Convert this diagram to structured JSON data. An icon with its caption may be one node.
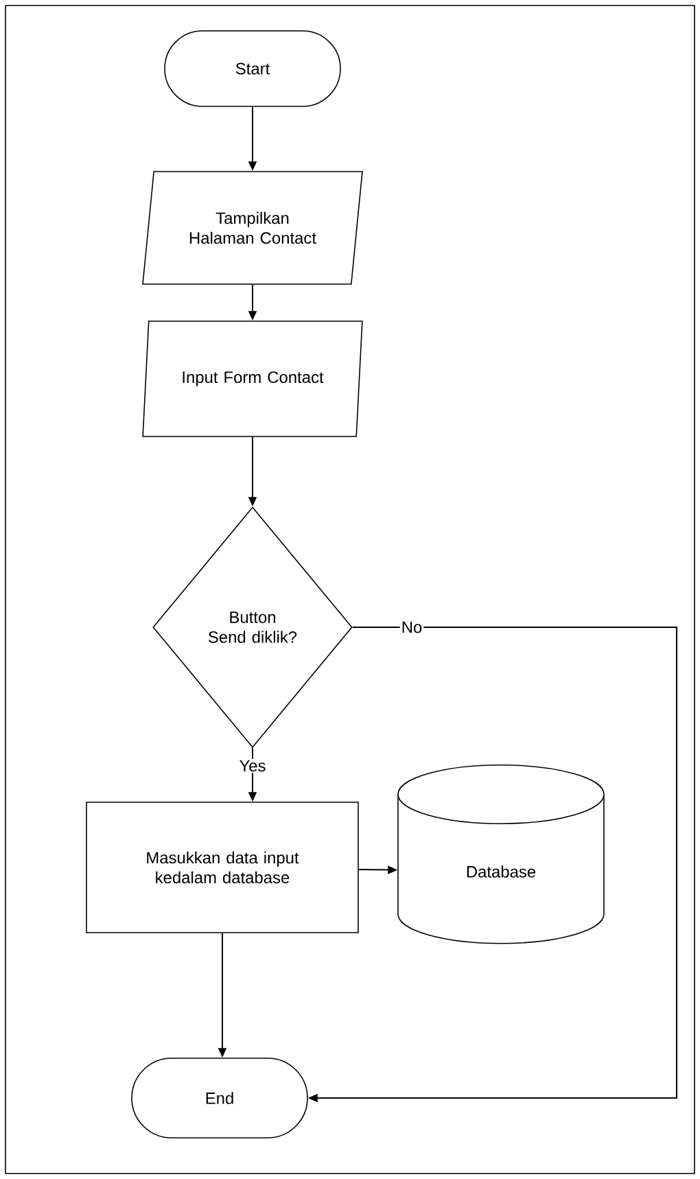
{
  "diagram": {
    "nodes": [
      {
        "text": [
          "Start"
        ]
      },
      {
        "text": [
          "Tampilkan Halaman Contact"
        ]
      },
      {
        "text": [
          "Input Form Contact"
        ]
      },
      {
        "text": [
          "Button Send diklik?"
        ]
      },
      {
        "text": [
          "Masukkan data input kedalam database"
        ]
      },
      {
        "text": [
          "Database"
        ]
      },
      {
        "text": [
          "End"
        ]
      }
    ],
    "edges": [
      {
        "from": 0,
        "to": 1,
        "arrow": "to"
      },
      {
        "from": 1,
        "to": 2,
        "arrow": "to"
      },
      {
        "from": 2,
        "to": 3,
        "arrow": "to"
      },
      {
        "from": 3,
        "to": 4,
        "arrow": "to",
        "label": "Yes"
      },
      {
        "from": 3,
        "to": 6,
        "arrow": "to",
        "label": "No"
      },
      {
        "from": 4,
        "to": 5,
        "arrow": "to"
      },
      {
        "from": 4,
        "to": 6,
        "arrow": "to"
      }
    ]
  }
}
